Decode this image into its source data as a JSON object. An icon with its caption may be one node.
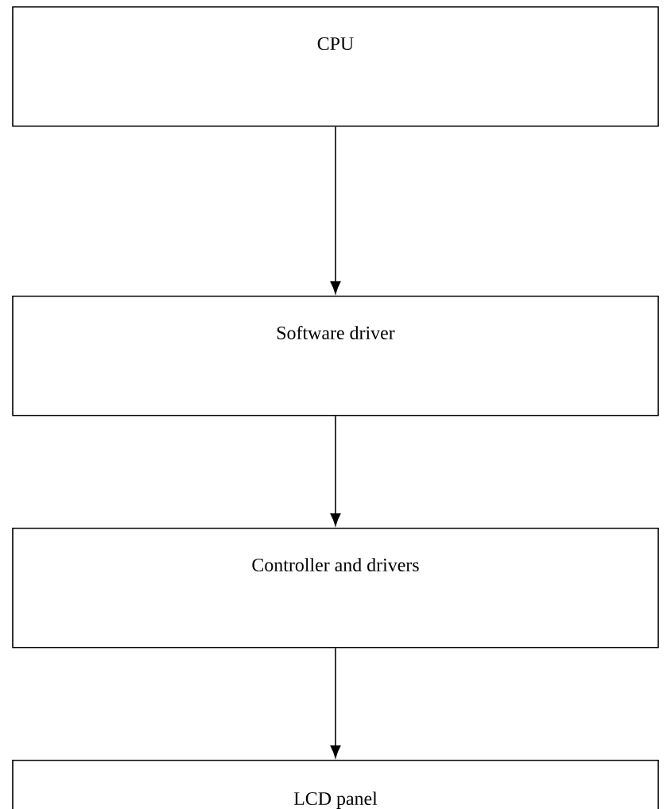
{
  "diagram": {
    "nodes": [
      {
        "text": [
          "CPU"
        ]
      },
      {
        "text": [
          "Software driver"
        ]
      },
      {
        "text": [
          "Controller and drivers"
        ]
      },
      {
        "text": [
          "LCD panel"
        ]
      }
    ],
    "edges": [
      {
        "from": 0,
        "to": 1,
        "arrow": "to"
      },
      {
        "from": 1,
        "to": 2,
        "arrow": "to"
      },
      {
        "from": 2,
        "to": 3,
        "arrow": "to"
      }
    ]
  }
}
